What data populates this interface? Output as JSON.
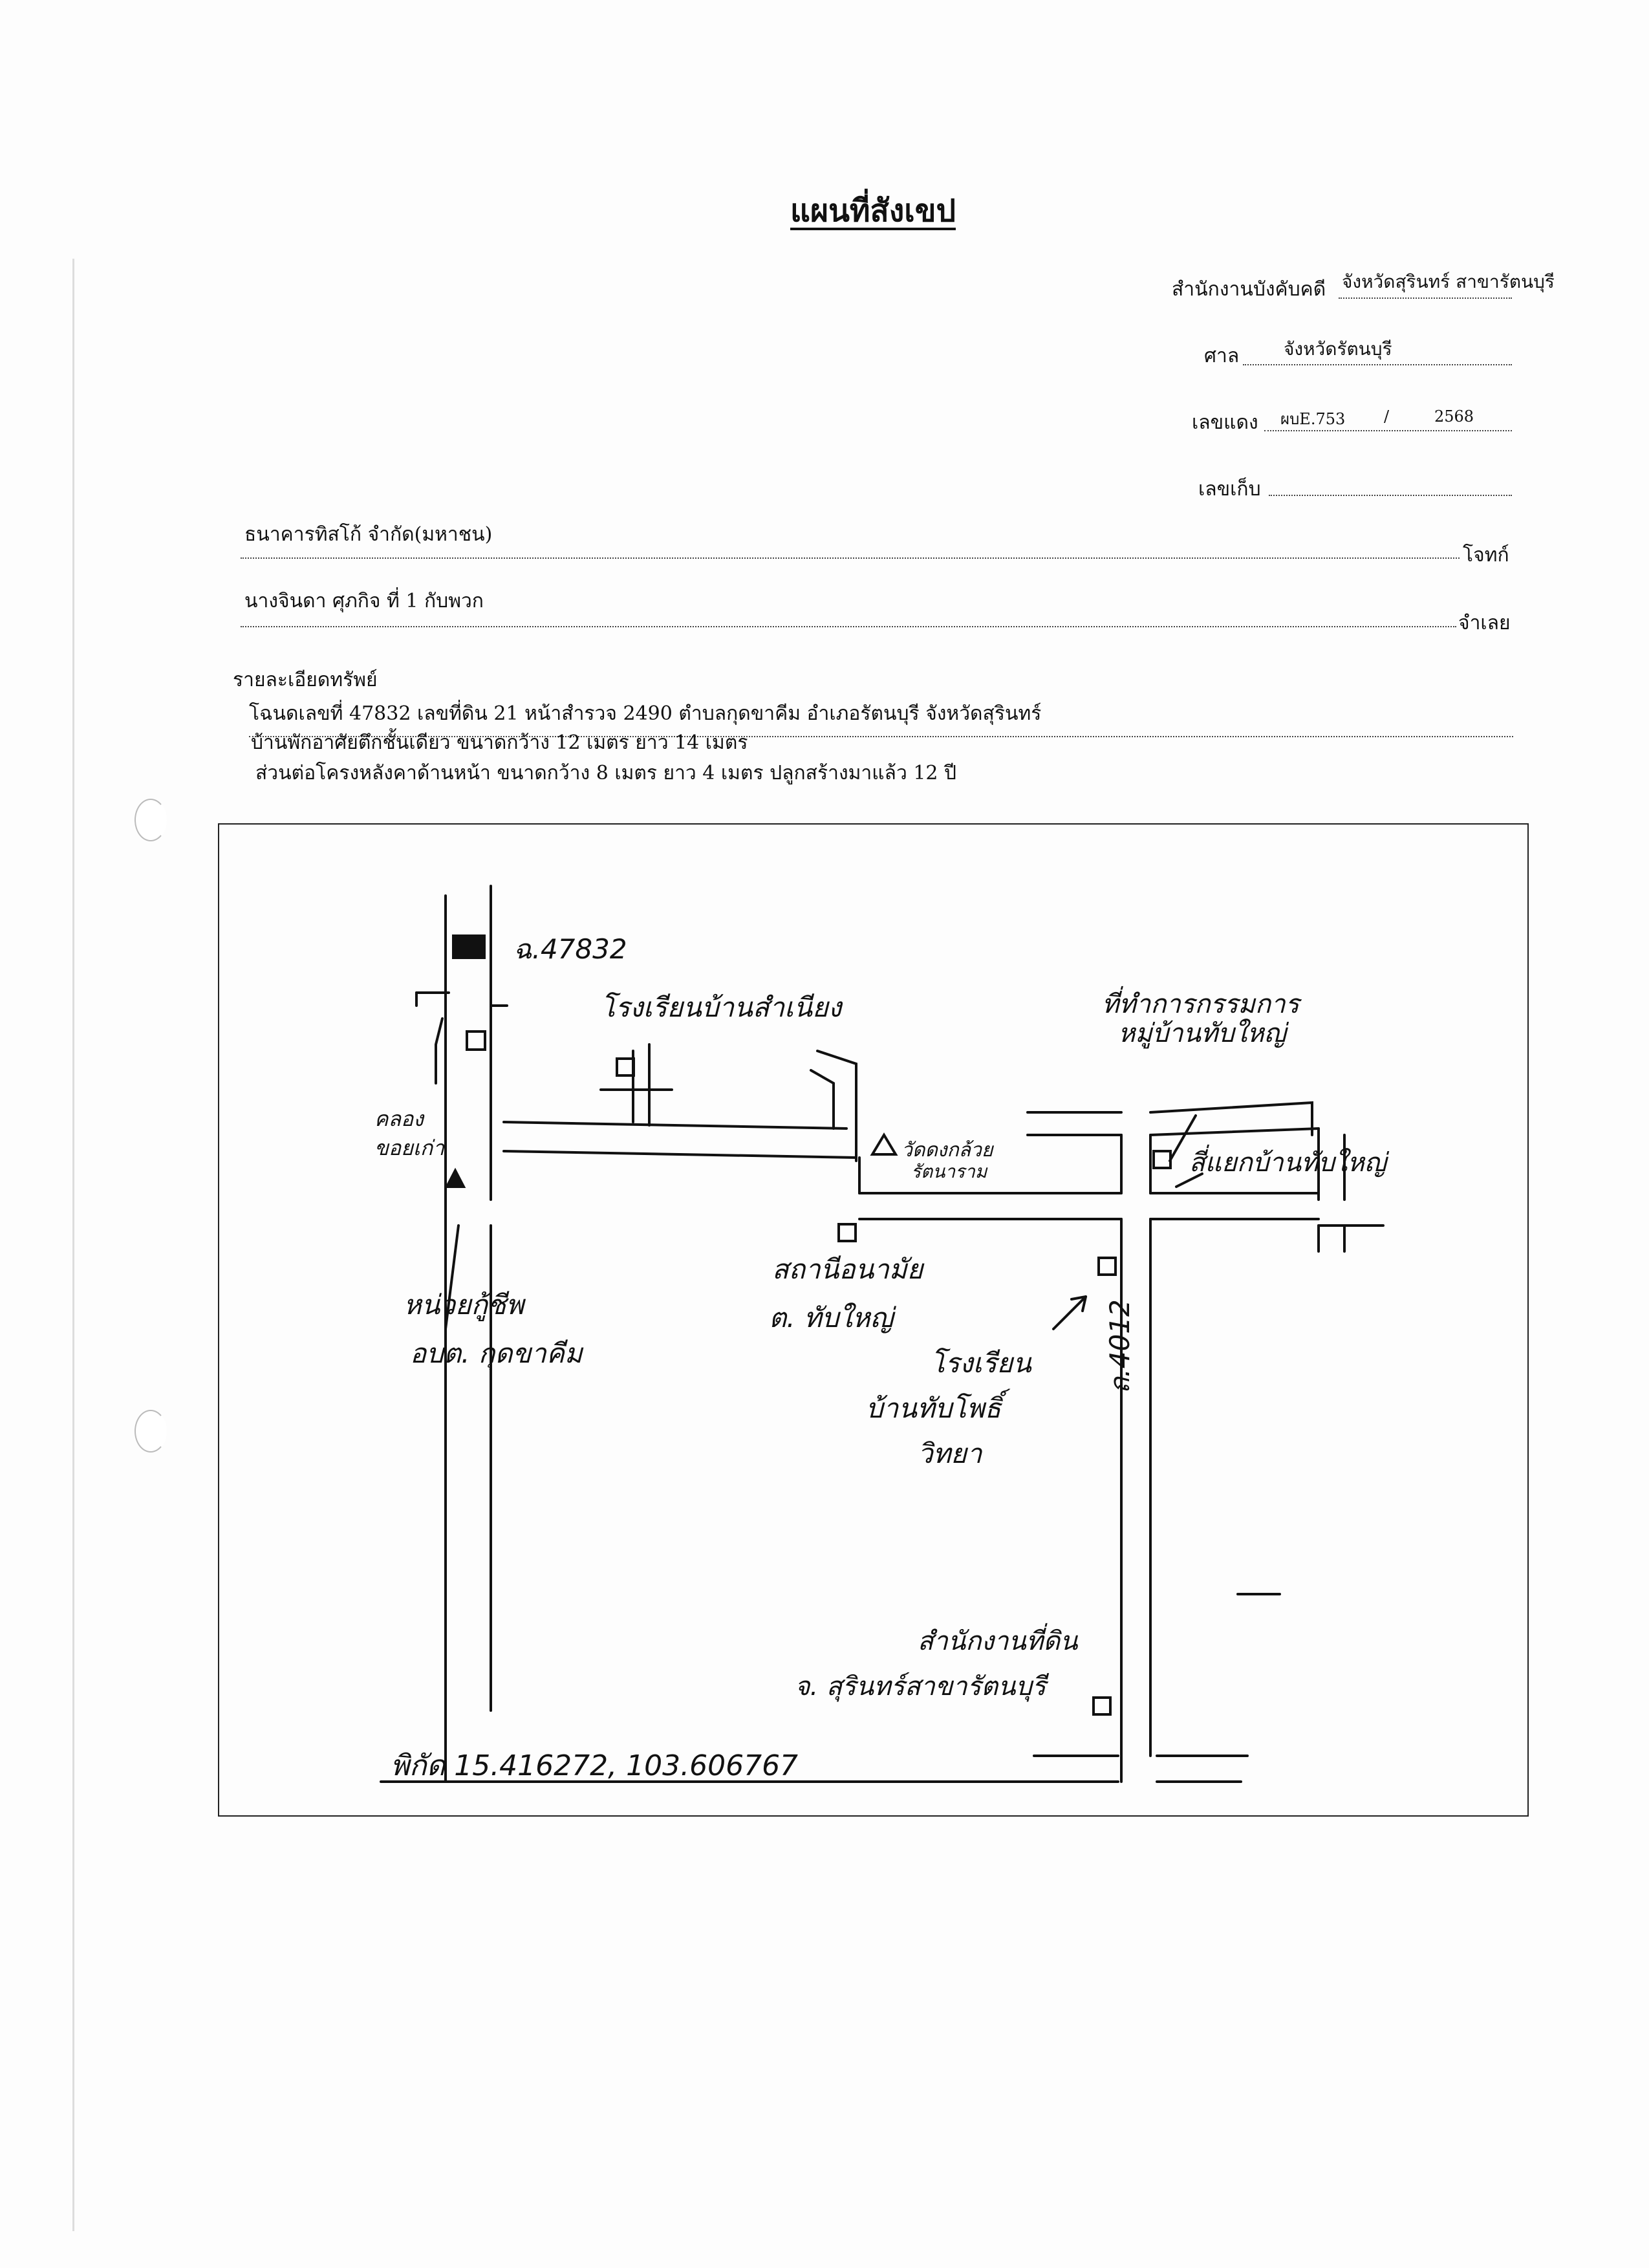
{
  "title": "แผนที่สังเขป",
  "office": {
    "label": "สำนักงานบังคับคดี",
    "value": "จังหวัดสุรินทร์ สาขารัตนบุรี"
  },
  "court": {
    "label": "ศาล",
    "value": "จังหวัดรัตนบุรี"
  },
  "case_red": {
    "label": "เลขแดง",
    "number": "ผบE.753",
    "separator": "/",
    "year": "2568"
  },
  "case_store": {
    "label": "เลขเก็บ",
    "value": ""
  },
  "plaintiff": {
    "name": "ธนาคารทิสโก้ จำกัด(มหาชน)",
    "role": "โจทก์"
  },
  "defendant": {
    "name": "นางจินดา ศุภกิจ ที่ 1 กับพวก",
    "role": "จำเลย"
  },
  "asset": {
    "heading": "รายละเอียดทรัพย์",
    "line1": "โฉนดเลขที่ 47832 เลขที่ดิน 21 หน้าสำรวจ 2490 ตำบลกุดขาคีม อำเภอรัตนบุรี จังหวัดสุรินทร์",
    "line2": "บ้านพักอาศัยตึกชั้นเดียว ขนาดกว้าง 12 เมตร ยาว 14 เมตร",
    "line3": "ส่วนต่อโครงหลังคาด้านหน้า  ขนาดกว้าง 8 เมตร ยาว 4 เมตร ปลูกสร้างมาแล้ว 12 ปี"
  },
  "map": {
    "deed_label": "ฉ.47832",
    "school1": "โรงเรียนบ้านสำเนียง",
    "canal": [
      "คลอง",
      "ขอยเก่า"
    ],
    "temple": [
      "วัดดงกล้วย",
      "รัตนาราม"
    ],
    "village_office": [
      "ที่ทำการกรรมการ",
      "หมู่บ้านทับใหญ่"
    ],
    "junction": "สี่แยกบ้านทับใหญ่",
    "health_station": [
      "สถานีอนามัย",
      "ต. ทับใหญ่"
    ],
    "police": [
      "หน่วยกู้ชีพ",
      "อบต. กุดขาคีม"
    ],
    "school2": [
      "โรงเรียน",
      "บ้านทับโพธิ์",
      "วิทยา"
    ],
    "road": "ถ.4012",
    "land_office": [
      "สำนักงานที่ดิน",
      "จ. สุรินทร์สาขารัตนบุรี"
    ],
    "coords": "พิกัด 15.416272, 103.606767"
  }
}
